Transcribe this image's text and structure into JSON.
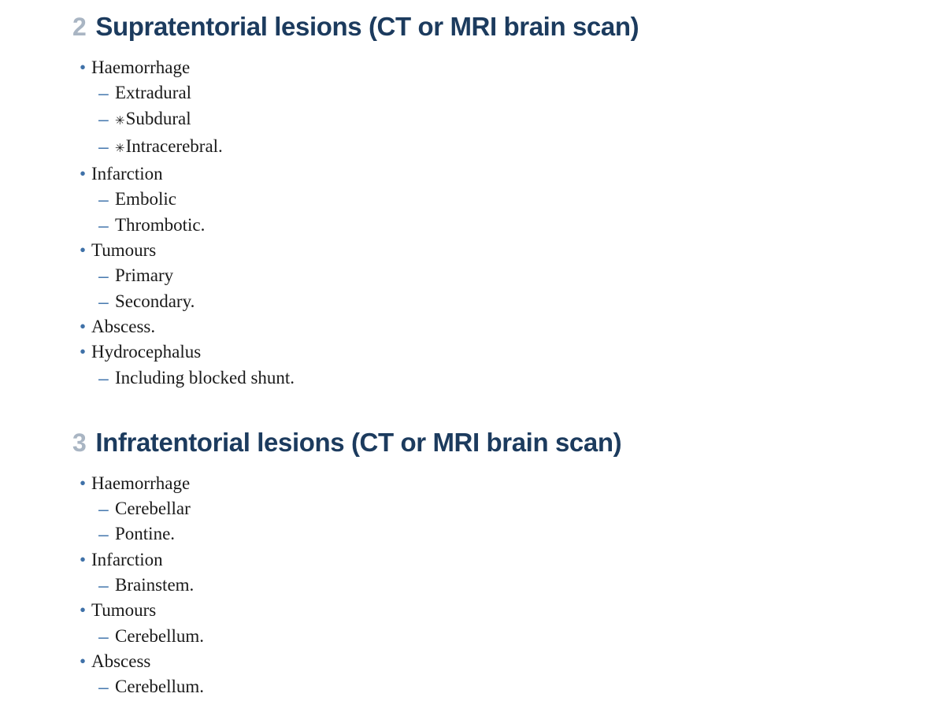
{
  "document": {
    "background_color": "#ffffff",
    "heading_number_color": "#a9b5c3",
    "heading_text_color": "#1c3b5e",
    "bullet_color": "#3f71a8",
    "dash_color": "#4a7bb0",
    "body_text_color": "#1a1a1a",
    "bullet_glyph": "•",
    "dash_glyph": "–",
    "star_glyph": "✳"
  },
  "sections": [
    {
      "number": "2",
      "title": "Supratentorial lesions (CT or MRI brain scan)",
      "items": [
        {
          "label": "Haemorrhage",
          "children": [
            {
              "label": "Extradural",
              "star": false
            },
            {
              "label": "Subdural",
              "star": true
            },
            {
              "label": "Intracerebral.",
              "star": true
            }
          ]
        },
        {
          "label": "Infarction",
          "children": [
            {
              "label": "Embolic",
              "star": false
            },
            {
              "label": "Thrombotic.",
              "star": false
            }
          ]
        },
        {
          "label": "Tumours",
          "children": [
            {
              "label": "Primary",
              "star": false
            },
            {
              "label": "Secondary.",
              "star": false
            }
          ]
        },
        {
          "label": "Abscess.",
          "children": []
        },
        {
          "label": "Hydrocephalus",
          "children": [
            {
              "label": "Including blocked shunt.",
              "star": false
            }
          ]
        }
      ]
    },
    {
      "number": "3",
      "title": "Infratentorial lesions (CT or MRI brain scan)",
      "items": [
        {
          "label": "Haemorrhage",
          "children": [
            {
              "label": "Cerebellar",
              "star": false
            },
            {
              "label": "Pontine.",
              "star": false
            }
          ]
        },
        {
          "label": "Infarction",
          "children": [
            {
              "label": "Brainstem.",
              "star": false
            }
          ]
        },
        {
          "label": "Tumours",
          "children": [
            {
              "label": "Cerebellum.",
              "star": false
            }
          ]
        },
        {
          "label": "Abscess",
          "children": [
            {
              "label": "Cerebellum.",
              "star": false
            }
          ]
        }
      ]
    }
  ]
}
